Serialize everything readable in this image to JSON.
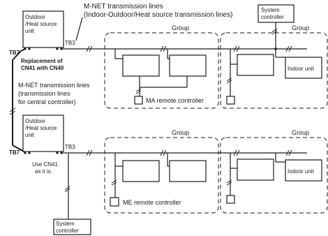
{
  "outdoor_unit": {
    "line1": "Outdoor",
    "line2": "/Heat source",
    "line3": "unit"
  },
  "terminals": {
    "tb7": "TB7",
    "tb3": "TB3"
  },
  "mnet_lines": {
    "line1": "M-NET transmission lines",
    "line2": "(Indoor-Outdoor/Heat source transmission lines)"
  },
  "replacement_note": {
    "line1": "Replacement of",
    "line2": "CN41 with CN40"
  },
  "central_lines": {
    "line1": "M-NET transmission lines",
    "line2": "(transmission lines",
    "line3": "for central controller)"
  },
  "use_note": {
    "line1": "Use CN41",
    "line2": "as it is."
  },
  "system_controller": {
    "line1": "System",
    "line2": "controller"
  },
  "group_label": "Group",
  "indoor_unit_label": "Indoor unit",
  "ma_remote_label": "MA remote controller",
  "me_remote_label": "ME remote controller"
}
